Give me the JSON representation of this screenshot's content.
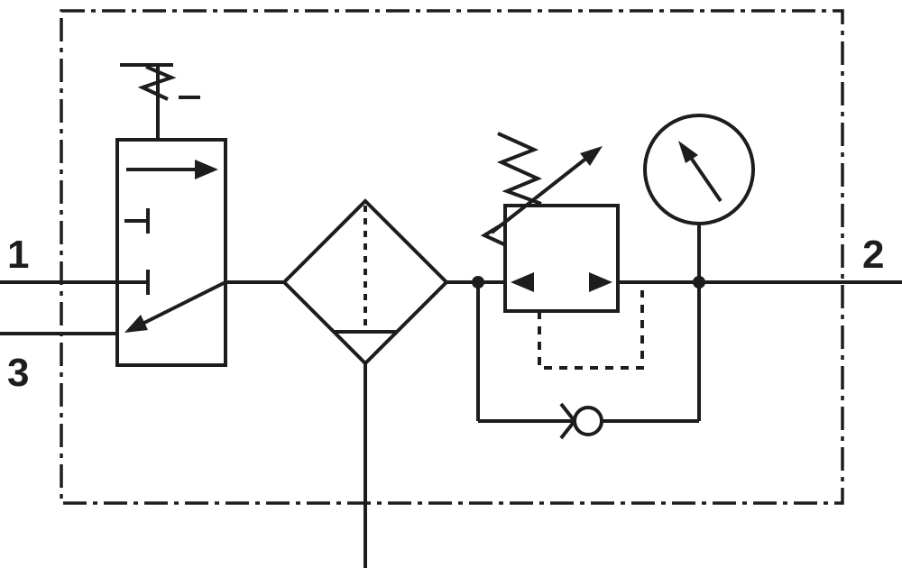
{
  "diagram": {
    "kind": "pneumatic-circuit-diagram",
    "ports": {
      "port1": "1",
      "port2": "2",
      "port3": "3"
    },
    "colors": {
      "line": "#1d1d1b",
      "background": "#ffffff"
    },
    "components": [
      "on-off-valve-3-2-with-manual-actuator",
      "filter-with-condensate-drain",
      "pressure-regulator-with-pilot-line",
      "pressure-gauge",
      "check-valve-bypass"
    ]
  }
}
